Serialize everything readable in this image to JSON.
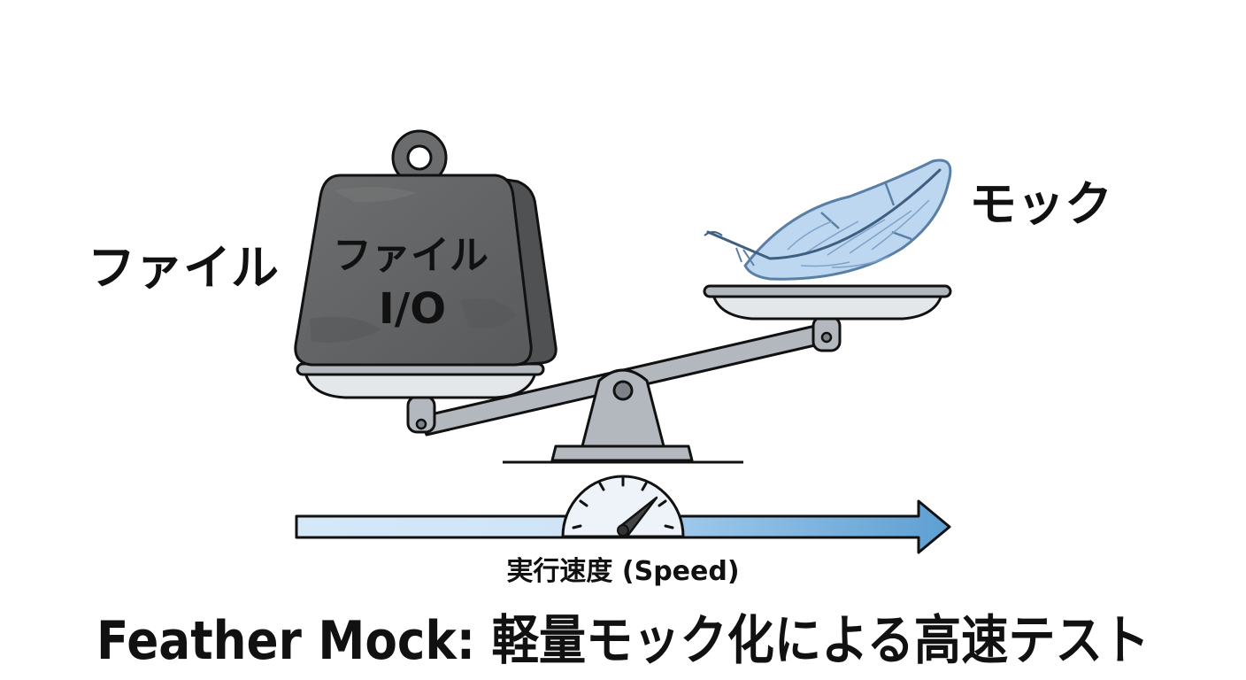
{
  "diagram": {
    "left_label": "ファイル",
    "right_label": "モック",
    "weight_text_line1": "ファイル",
    "weight_text_line2": "I/O",
    "speed_label": "実行速度 (Speed)",
    "title": "Feather Mock: 軽量モック化による高速テスト"
  },
  "colors": {
    "weight_fill": "#626466",
    "weight_side": "#4f5153",
    "metal_fill": "#b3b8bf",
    "pan_fill": "#e4e7ea",
    "feather_fill": "#bcd7ef",
    "feather_stroke": "#5a7fa6",
    "arrow_light": "#d5e8f8",
    "arrow_dark": "#5d9fd2",
    "ink": "#111111"
  },
  "icons": {
    "weight": "heavy-weight-icon",
    "feather": "feather-icon",
    "balance": "balance-scale-icon",
    "gauge": "speedometer-icon",
    "arrow": "speed-arrow-icon"
  }
}
